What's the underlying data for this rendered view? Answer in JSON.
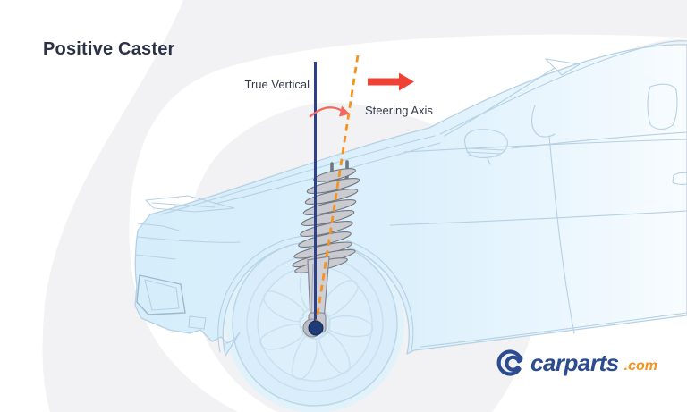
{
  "title": "Positive Caster",
  "labels": {
    "true_vertical": "True Vertical",
    "steering_axis": "Steering Axis"
  },
  "logo": {
    "brand": "carparts",
    "suffix": ".com"
  },
  "colors": {
    "title_text": "#2b3245",
    "label_text": "#333b49",
    "true_vertical_line": "#2c4187",
    "steering_axis_line": "#f6921e",
    "direction_arrow": "#ef4136",
    "angle_arrow": "#f2685c",
    "background_swoosh": "#f2f2f4",
    "car_line": "#b5d1e3",
    "car_body": "#d8eefb",
    "strut_fill": "#c9cbd1",
    "strut_stroke": "#73767e",
    "ball_joint": "#1f3c78",
    "logo_navy": "#2d4c8f",
    "logo_orange": "#f6921e"
  }
}
